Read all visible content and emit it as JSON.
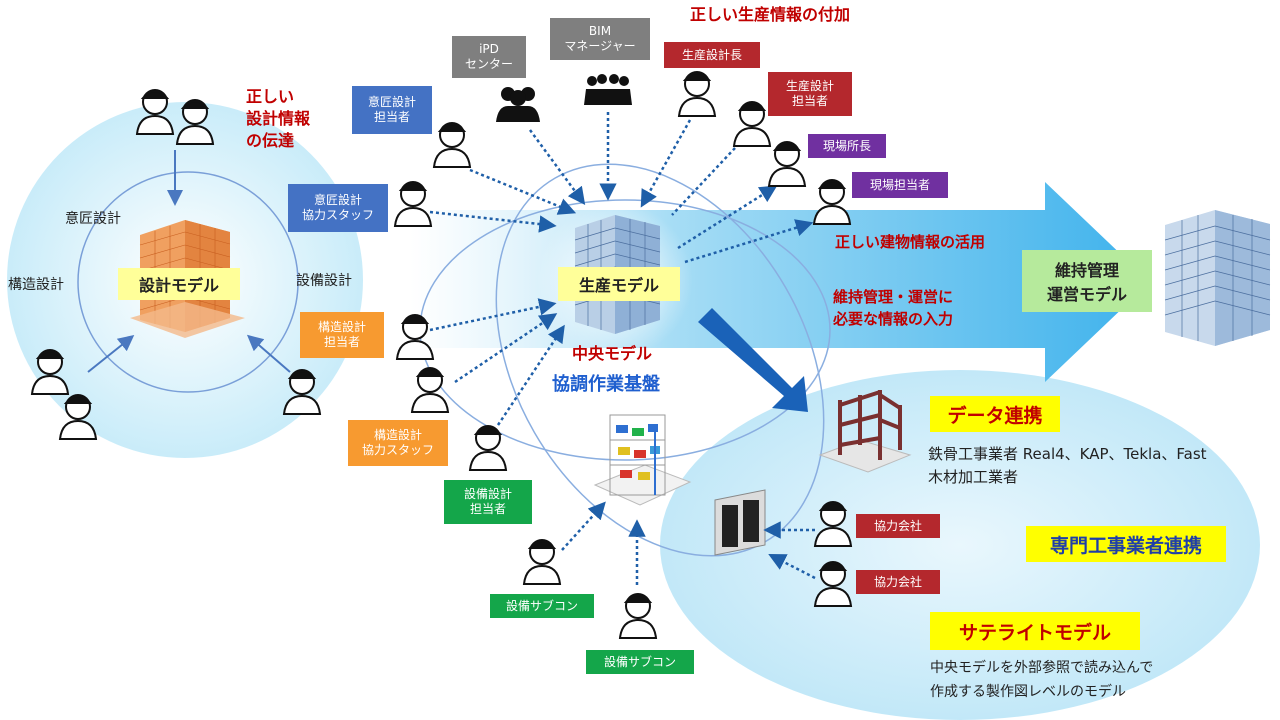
{
  "title": "正しい生産情報の付加",
  "design_area": {
    "transfer_note": "正しい\n設計情報\nの伝達",
    "label_ishou": "意匠設計",
    "label_kouzou": "構造設計",
    "label_setsubi": "設備設計",
    "model": "設計モデル"
  },
  "center": {
    "production_model": "生産モデル",
    "central_model": "中央モデル",
    "platform": "協調作業基盤"
  },
  "right_notes": {
    "building_info": "正しい建物情報の活用",
    "maintenance_input": "維持管理・運営に\n必要な情報の入力",
    "maintenance_model": "維持管理\n運営モデル"
  },
  "roles": {
    "ipd": "iPD\nセンター",
    "bim": "BIM\nマネージャー",
    "seisan_chief": "生産設計長",
    "seisan_staff": "生産設計\n担当者",
    "genba_chief": "現場所長",
    "genba_staff": "現場担当者",
    "ishou_staff": "意匠設計\n担当者",
    "ishou_coop": "意匠設計\n協力スタッフ",
    "kouzou_staff": "構造設計\n担当者",
    "kouzou_coop": "構造設計\n協力スタッフ",
    "setsubi_staff": "設備設計\n担当者",
    "sub1": "設備サブコン",
    "sub2": "設備サブコン",
    "partner1": "協力会社",
    "partner2": "協力会社"
  },
  "specialist": {
    "data_link": "データ連携",
    "data_text": "鉄骨工事業者 Real4、KAP、Tekla、Fast\n木材加工業者",
    "trade_link": "専門工事業者連携",
    "satellite": "サテライトモデル",
    "satellite_text": "中央モデルを外部参照で読み込んで\n作成する製作図レベルのモデル"
  },
  "colors": {
    "arrow": "#5bc0f0",
    "dotted": "#1f5fa8",
    "red_text": "#c00000",
    "highlight": "#ffff00"
  }
}
